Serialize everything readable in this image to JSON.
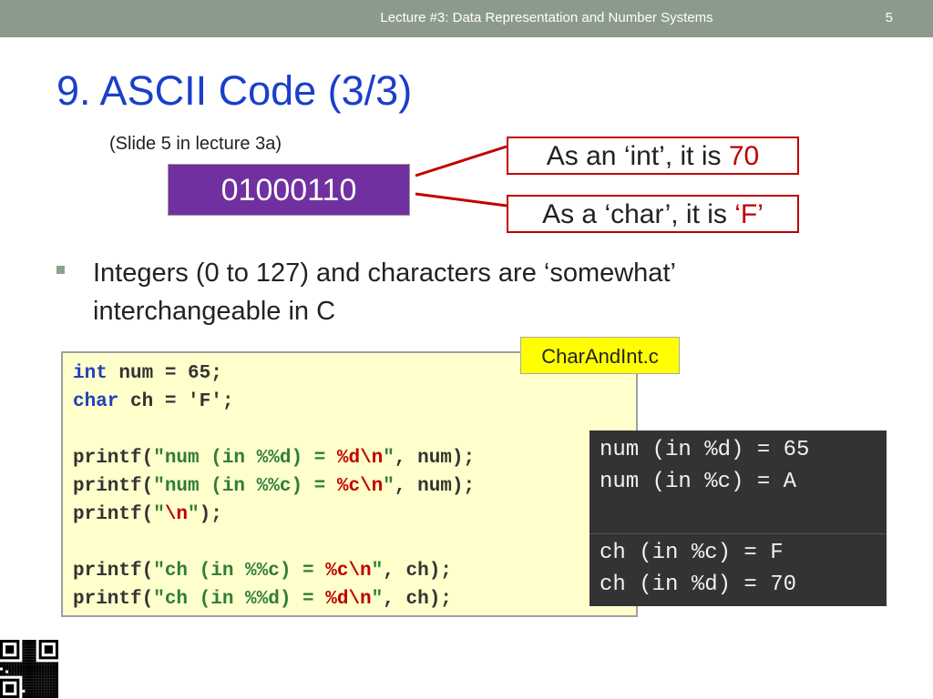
{
  "header": {
    "title": "Lecture #3: Data Representation and Number Systems",
    "page_number": "5",
    "color": "#8c9a8c"
  },
  "slide": {
    "title": "9. ASCII Code (3/3)",
    "subtitle": "(Slide 5 in lecture 3a)",
    "binary": "01000110",
    "callouts": [
      {
        "prefix": "As an ‘int’, it is ",
        "value": "70"
      },
      {
        "prefix": "As a ‘char’, it is ",
        "value": "‘F’"
      }
    ],
    "bullet": "Integers (0 to 127) and characters are ‘somewhat’ interchangeable in C",
    "file_name": "CharAndInt.c"
  },
  "code": {
    "lines": [
      [
        {
          "t": "int",
          "c": "kw"
        },
        {
          "t": " num = 65;",
          "c": ""
        }
      ],
      [
        {
          "t": "char",
          "c": "kw"
        },
        {
          "t": " ch = 'F';",
          "c": ""
        }
      ],
      [],
      [
        {
          "t": "printf(",
          "c": ""
        },
        {
          "t": "\"num (in %%d) = ",
          "c": "str"
        },
        {
          "t": "%d\\n",
          "c": "esc"
        },
        {
          "t": "\"",
          "c": "str"
        },
        {
          "t": ", num);",
          "c": ""
        }
      ],
      [
        {
          "t": "printf(",
          "c": ""
        },
        {
          "t": "\"num (in %%c) = ",
          "c": "str"
        },
        {
          "t": "%c\\n",
          "c": "esc"
        },
        {
          "t": "\"",
          "c": "str"
        },
        {
          "t": ", num);",
          "c": ""
        }
      ],
      [
        {
          "t": "printf(",
          "c": ""
        },
        {
          "t": "\"",
          "c": "str"
        },
        {
          "t": "\\n",
          "c": "esc"
        },
        {
          "t": "\"",
          "c": "str"
        },
        {
          "t": ");",
          "c": ""
        }
      ],
      [],
      [
        {
          "t": "printf(",
          "c": ""
        },
        {
          "t": "\"ch (in %%c) = ",
          "c": "str"
        },
        {
          "t": "%c\\n",
          "c": "esc"
        },
        {
          "t": "\"",
          "c": "str"
        },
        {
          "t": ", ch);",
          "c": ""
        }
      ],
      [
        {
          "t": "printf(",
          "c": ""
        },
        {
          "t": "\"ch (in %%d) = ",
          "c": "str"
        },
        {
          "t": "%d\\n",
          "c": "esc"
        },
        {
          "t": "\"",
          "c": "str"
        },
        {
          "t": ", ch);",
          "c": ""
        }
      ]
    ]
  },
  "output": {
    "lines": [
      "num (in %d) = 65",
      "num (in %c) = A",
      "ch (in %c) = F",
      "ch (in %d) = 70"
    ]
  },
  "colors": {
    "title": "#1a3fc9",
    "binary_bg": "#7030a0",
    "callout_border": "#c00000",
    "code_bg": "#ffffcc",
    "file_tag_bg": "#ffff00",
    "output_bg": "#333333"
  }
}
